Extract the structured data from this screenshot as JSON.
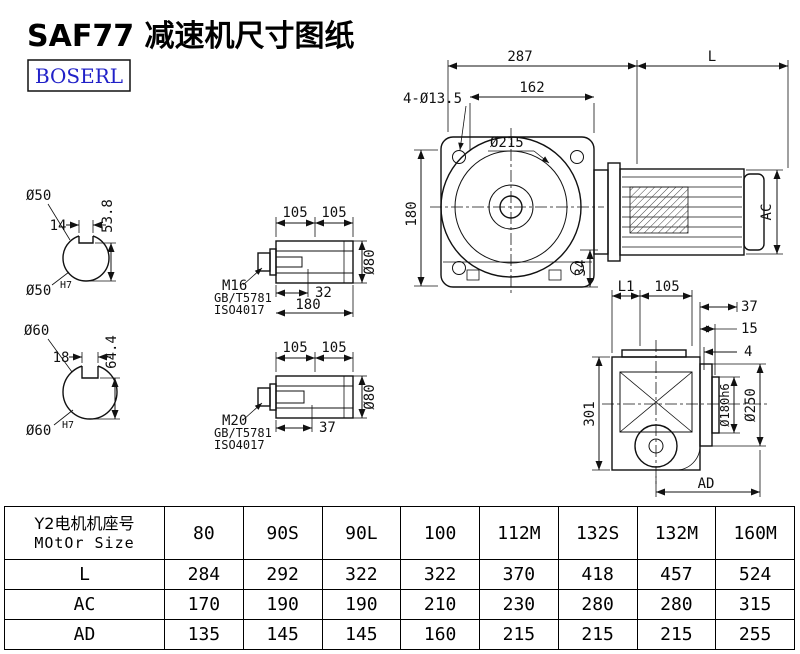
{
  "title": "SAF77 减速机尺寸图纸",
  "logo": "BOSERL",
  "main_view": {
    "dim_top": "287",
    "dim_motor_len": "L",
    "dim_162": "162",
    "bolt_holes": "4-Ø13.5",
    "flange_dia": "Ø215",
    "dim_180": "180",
    "dim_34": "34",
    "dim_ac": "AC"
  },
  "shaft50": {
    "dia": "Ø50",
    "key_w": "14",
    "key_h": "53.8",
    "bore": "Ø50",
    "bore_fit": "H7"
  },
  "shaft60": {
    "dia": "Ø60",
    "key_w": "18",
    "key_h": "64.4",
    "bore": "Ø60",
    "bore_fit": "H7"
  },
  "detail_m16": {
    "seg1": "105",
    "seg2": "105",
    "thread": "M16",
    "std_gb": "GB/T5781",
    "std_iso": "ISO4017",
    "dim_32": "32",
    "dim_180": "180",
    "dia": "Ø80"
  },
  "detail_m20": {
    "seg1": "105",
    "seg2": "105",
    "thread": "M20",
    "std_gb": "GB/T5781",
    "std_iso": "ISO4017",
    "dim_37": "37",
    "dia": "Ø80"
  },
  "side_view": {
    "dim_l1": "L1",
    "dim_105": "105",
    "dim_37": "37",
    "dim_15": "15",
    "dim_4": "4",
    "dim_301": "301",
    "spigot_dia": "Ø180h6",
    "flange_dia": "Ø250",
    "dim_ad": "AD"
  },
  "table": {
    "header_cn": "Y2电机机座号",
    "header_en": "MOtOr Size",
    "sizes": [
      "80",
      "90S",
      "90L",
      "100",
      "112M",
      "132S",
      "132M",
      "160M"
    ],
    "rows": [
      {
        "label": "L",
        "values": [
          "284",
          "292",
          "322",
          "322",
          "370",
          "418",
          "457",
          "524"
        ]
      },
      {
        "label": "AC",
        "values": [
          "170",
          "190",
          "190",
          "210",
          "230",
          "280",
          "280",
          "315"
        ]
      },
      {
        "label": "AD",
        "values": [
          "135",
          "145",
          "145",
          "160",
          "215",
          "215",
          "215",
          "255"
        ]
      }
    ]
  }
}
